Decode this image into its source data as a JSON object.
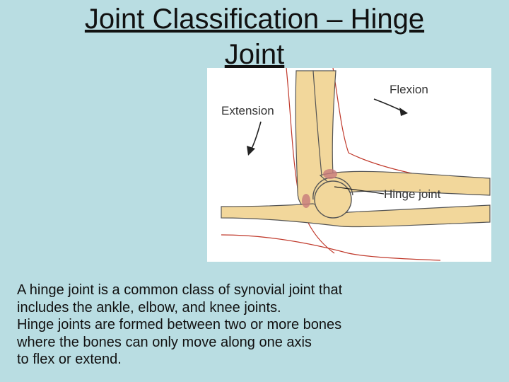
{
  "slide": {
    "title_line1": "Joint Classification – Hinge",
    "title_line2": "Joint",
    "diagram": {
      "labels": {
        "flexion": "Flexion",
        "extension": "Extension",
        "hinge_joint": "Hinge joint"
      },
      "colors": {
        "bone": "#f2d79b",
        "bone_outline": "#555555",
        "skin_line": "#c0392b",
        "cartilage": "#c77b7b",
        "background": "#ffffff"
      }
    },
    "body_lines": [
      "A hinge joint is a common class of synovial joint that",
      "includes the ankle, elbow, and knee joints.",
      "Hinge joints are formed between two or more bones",
      "where the bones can only move along one axis",
      "to flex or extend."
    ],
    "background_color": "#b9dde2"
  }
}
